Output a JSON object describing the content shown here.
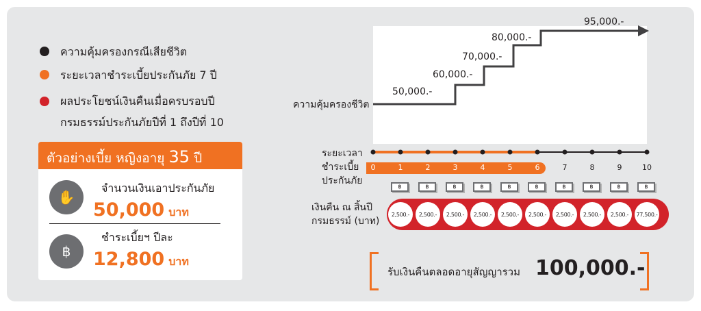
{
  "legend": [
    {
      "label": "ความคุ้มครองกรณีเสียชีวิต",
      "color": "#231f20"
    },
    {
      "label": "ระยะเวลาชำระเบี้ยประกันภัย 7 ปี",
      "color": "#f07122"
    },
    {
      "label": "ผลประโยชน์เงินคืนเมื่อครบรอบปี",
      "label2": "กรมธรรม์ประกันภัยปีที่ 1 ถึงปีที่ 10",
      "color": "#d2232a"
    }
  ],
  "card": {
    "title": "ตัวอย่างเบี้ย หญิงอายุ",
    "age": "35",
    "age_unit": "ปี",
    "sum_label": "จำนวนเงินเอาประกันภัย",
    "sum_value": "50,000",
    "premium_label": "ชำระเบี้ยฯ ปีละ",
    "premium_value": "12,800",
    "currency": "บาท"
  },
  "coverage": {
    "label": "ความคุ้มครองชีวิต",
    "steps": [
      "50,000.-",
      "60,000.-",
      "70,000.-",
      "80,000.-",
      "95,000.-"
    ]
  },
  "timeline": {
    "label_lines": [
      "ระยะเวลา",
      "ชำระเบี้ย",
      "ประกันภัย"
    ],
    "years": [
      "0",
      "1",
      "2",
      "3",
      "4",
      "5",
      "6",
      "7",
      "8",
      "9",
      "10"
    ],
    "paid_through_year": 6,
    "bill_symbol": "฿"
  },
  "cashback": {
    "label_lines": [
      "เงินคืน ณ สิ้นปี",
      "กรมธรรม์ (บาท)"
    ],
    "values": [
      "2,500.-",
      "2,500.-",
      "2,500.-",
      "2,500.-",
      "2,500.-",
      "2,500.-",
      "2,500.-",
      "2,500.-",
      "2,500.-",
      "77,500.-"
    ]
  },
  "total": {
    "label": "รับเงินคืนตลอดอายุสัญญารวม",
    "value": "100,000.-"
  },
  "colors": {
    "orange": "#f07122",
    "red": "#d2232a",
    "dark": "#231f20",
    "gray": "#6d6e71"
  }
}
